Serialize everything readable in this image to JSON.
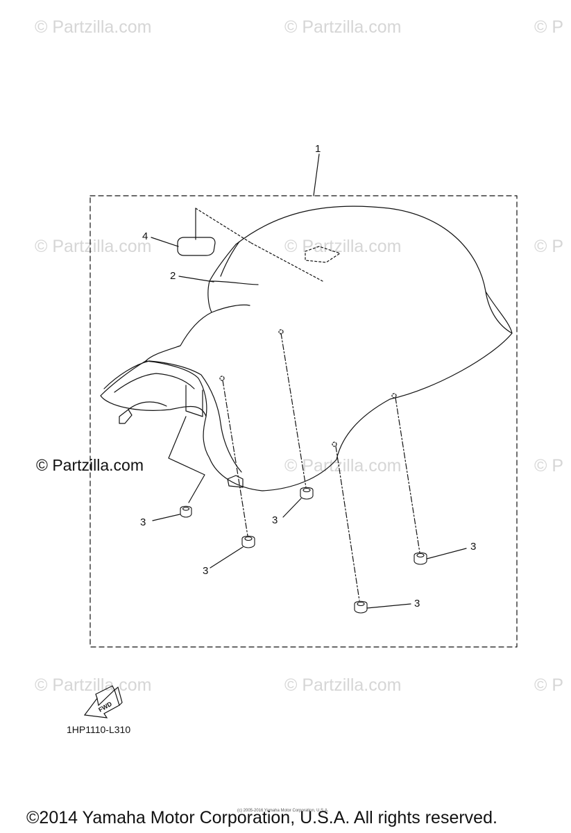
{
  "watermarks": [
    "© Partzilla.com",
    "© Partzilla.com",
    "© P",
    "© Partzilla.com",
    "© Partzilla.com",
    "© P",
    "© Partzilla.com",
    "© P",
    "© Partzilla.com",
    "© Partzilla.com",
    "© P"
  ],
  "brand_text": "© Partzilla.com",
  "callouts": {
    "assembly": "1",
    "seat_cover": "2",
    "damper_1": "3",
    "damper_2": "3",
    "damper_3": "3",
    "damper_4": "3",
    "damper_5": "3",
    "pad": "4"
  },
  "fwd_label": "FWD",
  "part_code": "1HP1110-L310",
  "footer_text": "©2014 Yamaha Motor Corporation, U.S.A. All rights reserved.",
  "fine_print": "(c) 2005-2016 Yamaha Motor Corporation, U.S.A.",
  "colors": {
    "line": "#111111",
    "watermark": "#d6d6d6",
    "background": "#ffffff"
  }
}
